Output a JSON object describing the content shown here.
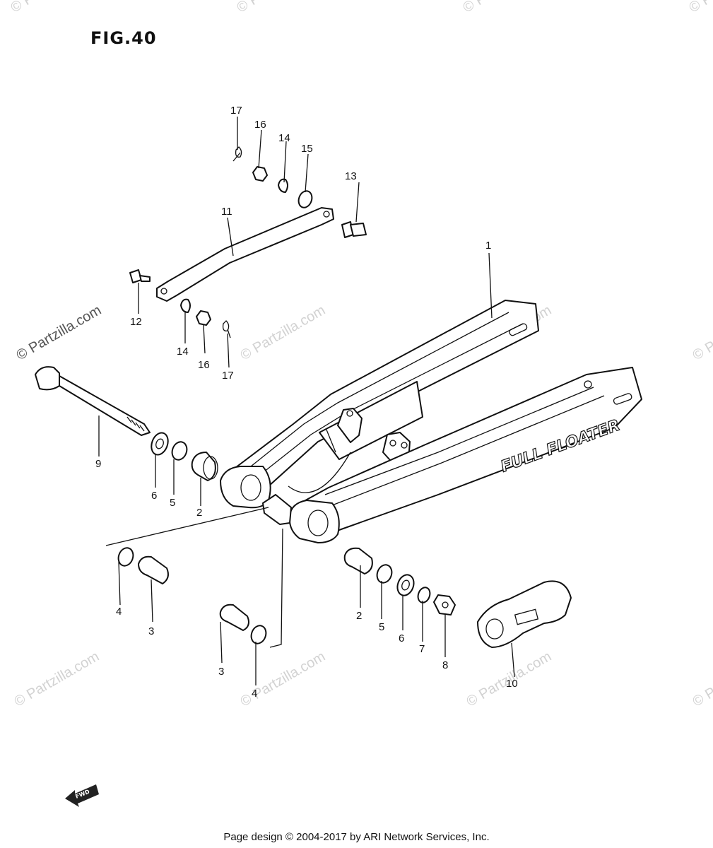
{
  "figure": {
    "title": "FIG.40"
  },
  "diagram": {
    "logo_text": "FULL FLOATER",
    "fwd_label": "FWD",
    "watermark_text": "© Partzilla.com",
    "callouts": [
      {
        "label": "1"
      },
      {
        "label": "2"
      },
      {
        "label": "2"
      },
      {
        "label": "3"
      },
      {
        "label": "3"
      },
      {
        "label": "4"
      },
      {
        "label": "4"
      },
      {
        "label": "5"
      },
      {
        "label": "5"
      },
      {
        "label": "6"
      },
      {
        "label": "6"
      },
      {
        "label": "7"
      },
      {
        "label": "8"
      },
      {
        "label": "9"
      },
      {
        "label": "10"
      },
      {
        "label": "11"
      },
      {
        "label": "12"
      },
      {
        "label": "13"
      },
      {
        "label": "14"
      },
      {
        "label": "14"
      },
      {
        "label": "15"
      },
      {
        "label": "16"
      },
      {
        "label": "16"
      },
      {
        "label": "17"
      },
      {
        "label": "17"
      }
    ]
  },
  "footer": {
    "text": "Page design © 2004-2017 by ARI Network Services, Inc."
  }
}
